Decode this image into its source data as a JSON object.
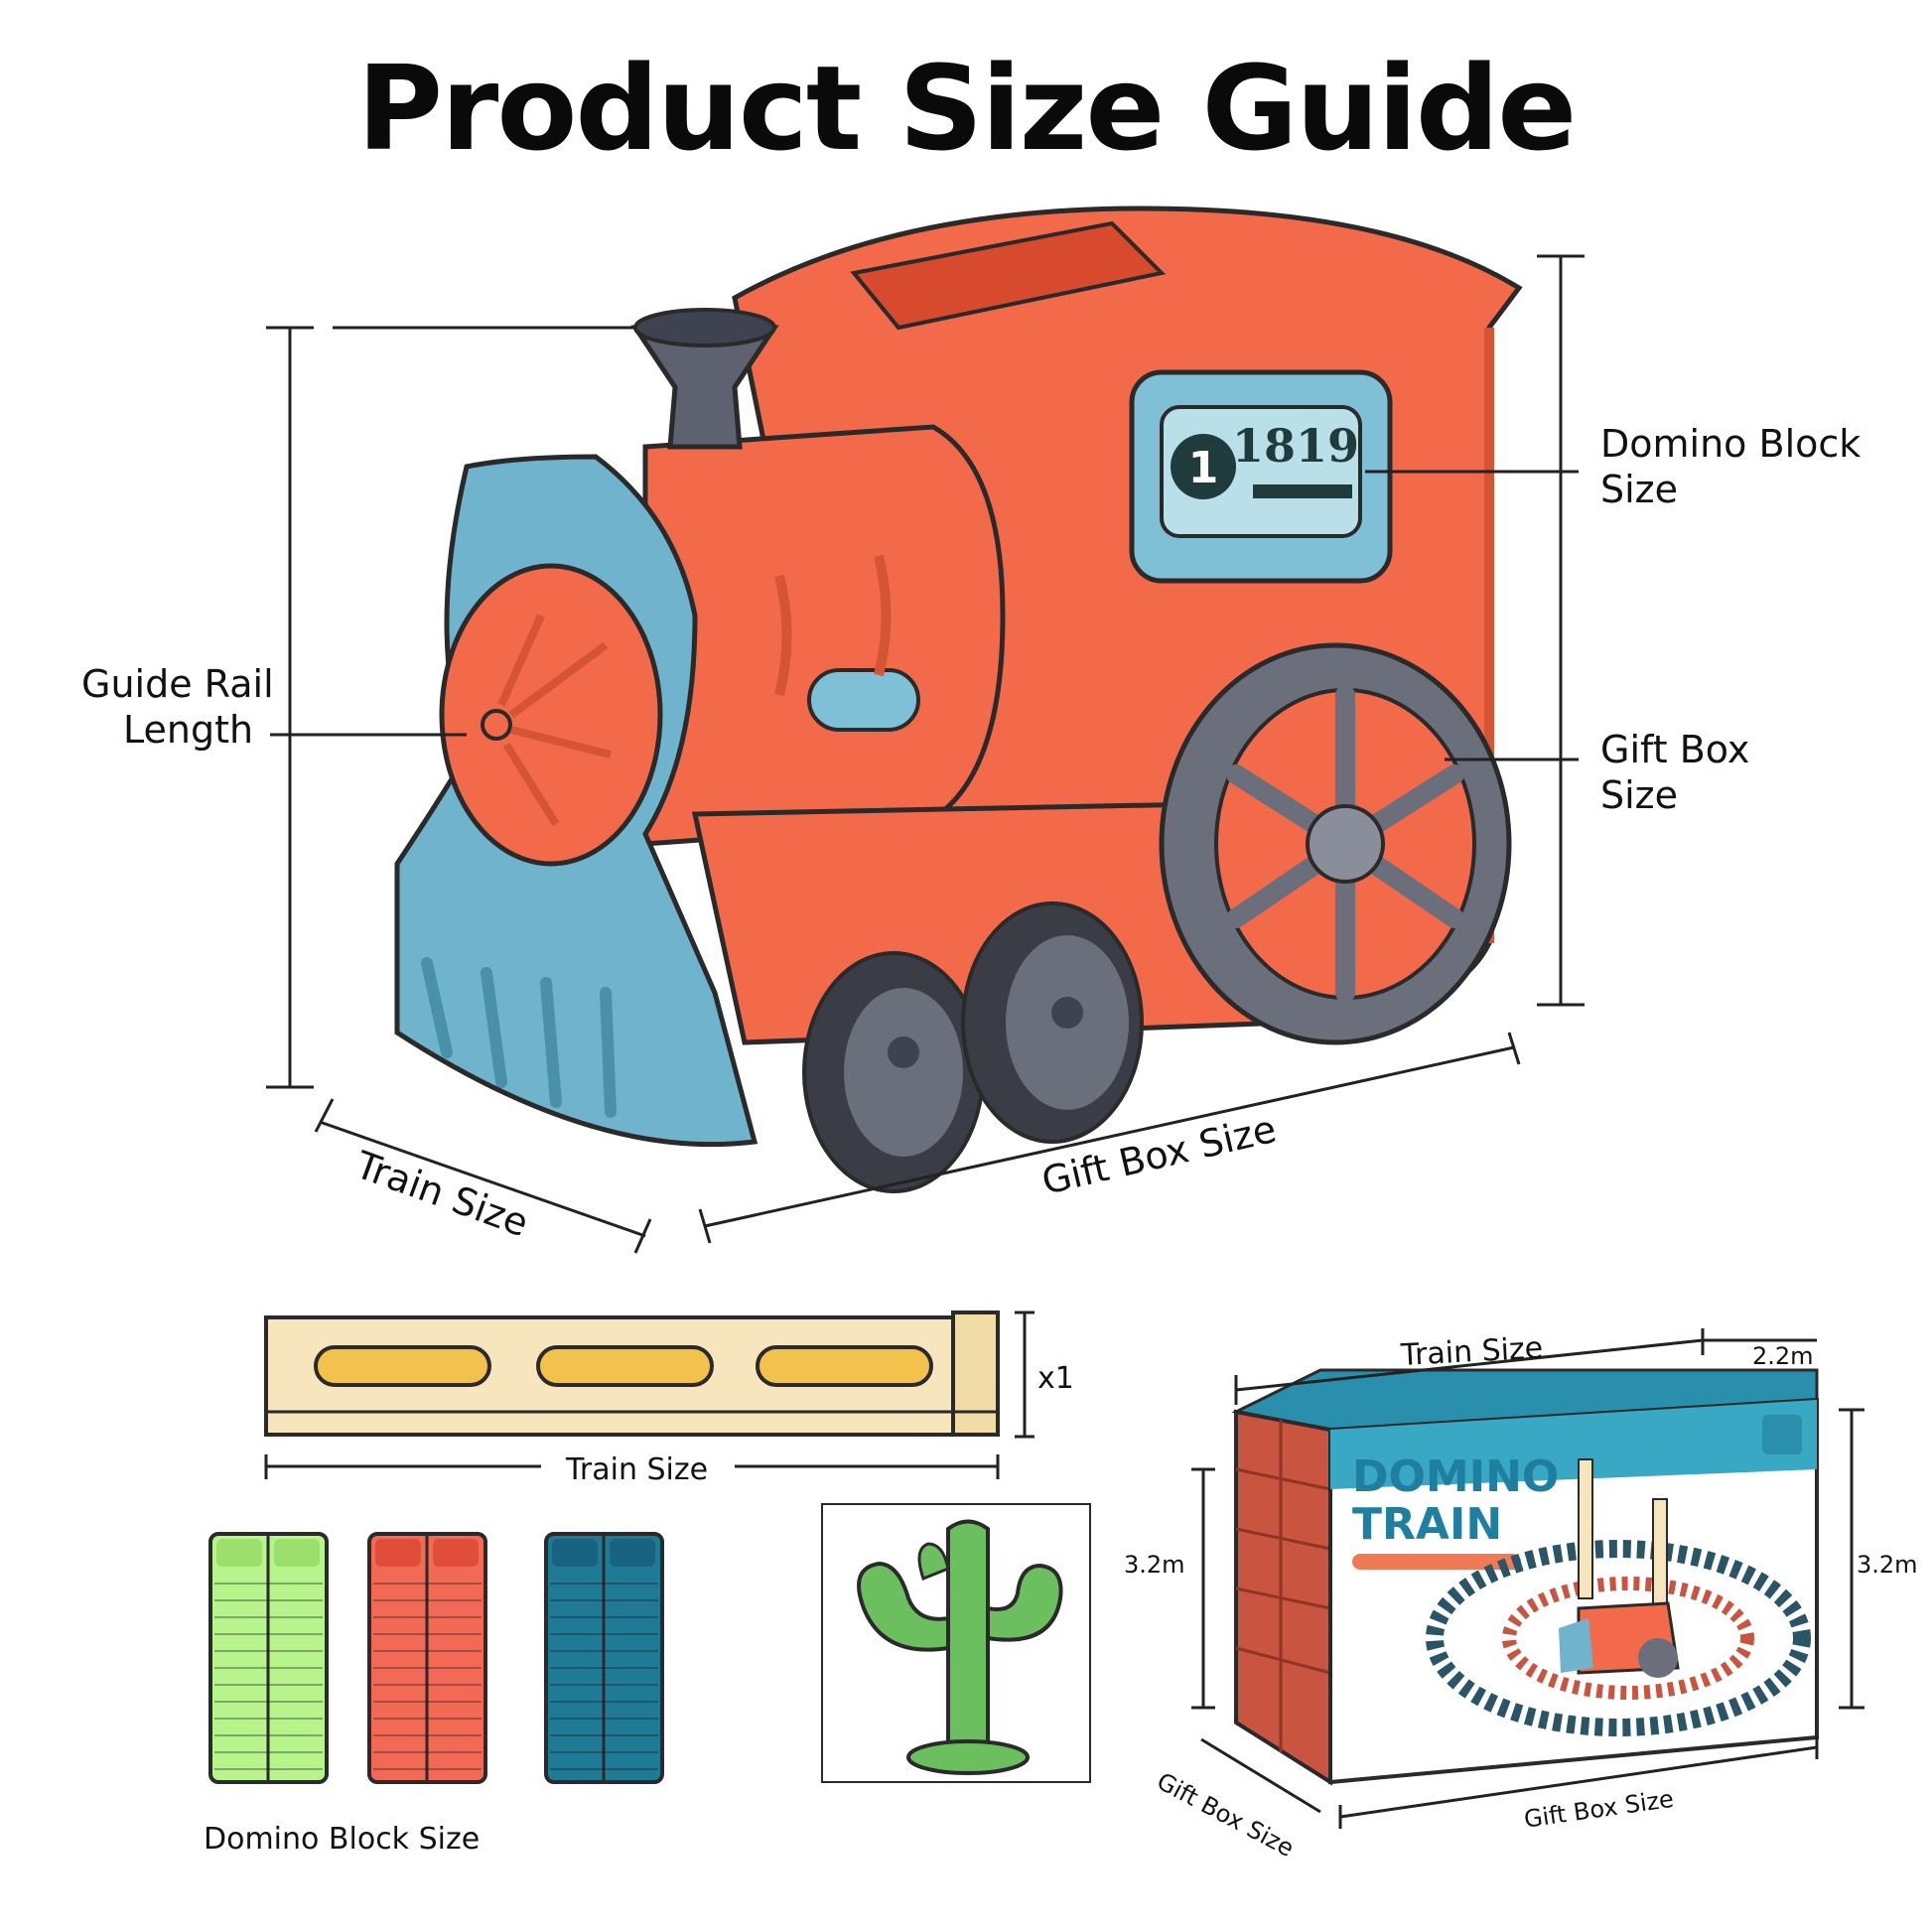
{
  "title": "Product Size Guide",
  "labels": {
    "guide_rail_line1": "Guide Rail",
    "guide_rail_line2": "Length",
    "domino_block_line1": "Domino Block",
    "domino_block_line2": "Size",
    "gift_box_line1": "Gift Box",
    "gift_box_line2": "Size",
    "train_size_diag": "Train Size",
    "gift_box_size_diag": "Gift Box Size",
    "rail_count": "x1",
    "rail_train_size": "Train Size",
    "domino_block_size": "Domino Block Size",
    "box_train_size": "Train Size",
    "box_width_value": "2.2m",
    "box_height_left": "3.2m",
    "box_height_right": "3.2m",
    "box_depth_label": "Gift Box Size",
    "box_bottom_label": "Gift Box Size"
  },
  "train": {
    "plate_number": "1",
    "plate_code": "1819"
  },
  "box": {
    "title_line1": "DOMINO",
    "title_line2": "TRAIN"
  },
  "colors": {
    "train_body": "#f26a4a",
    "train_trim": "#6fb3cc",
    "wheel": "#6b6f7c",
    "rail": "#f7e6bd",
    "rail_slot": "#f2c24d",
    "block_green": "#b8f48c",
    "block_red": "#f26a55",
    "block_blue": "#1f7a96",
    "cactus": "#6cbf5f",
    "box_teal": "#38a8c4",
    "box_brick": "#c9543f"
  }
}
